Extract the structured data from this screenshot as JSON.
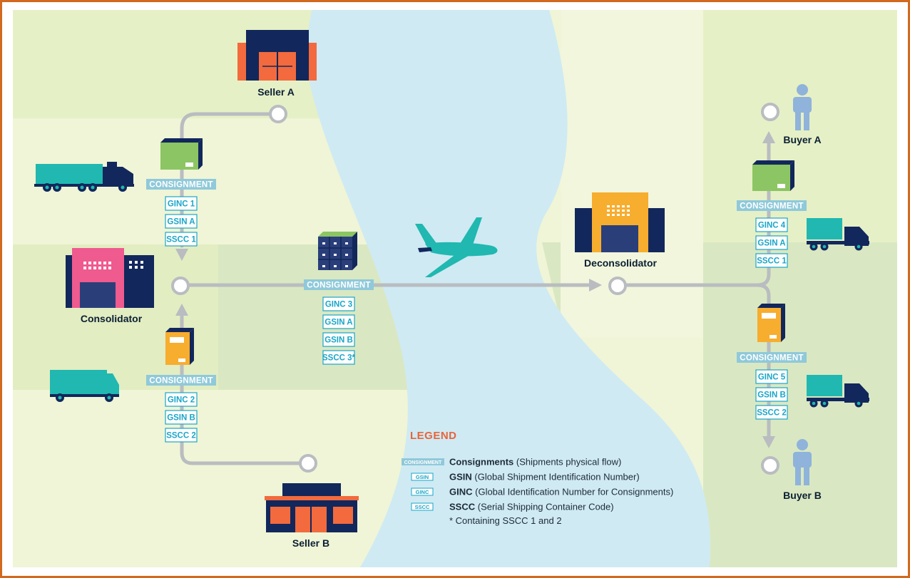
{
  "colors": {
    "border": "#d2691e",
    "land_light": "#eff5d6",
    "land_mid": "#e6f0c6",
    "land_green": "#d9e8c2",
    "water": "#cfeaf3",
    "path": "#b9bcc0",
    "tag_bg": "#8fc9da",
    "accent_teal": "#1aa6c9",
    "navy": "#12275b",
    "orange": "#f26a3d",
    "pink": "#ef5a8f",
    "yellow": "#f7ad2e",
    "green_box": "#8cc563",
    "truck_teal": "#20b8b0",
    "plane": "#20b8b0",
    "person": "#8fb3da",
    "legend_title": "#e8643a"
  },
  "nodes": {
    "seller_a": "Seller A",
    "seller_b": "Seller B",
    "consolidator": "Consolidator",
    "deconsolidator": "Deconsolidator",
    "buyer_a": "Buyer A",
    "buyer_b": "Buyer B"
  },
  "consignments": {
    "seller_a": {
      "tag": "CONSIGNMENT",
      "ids": [
        "GINC 1",
        "GSIN A",
        "SSCC 1"
      ]
    },
    "seller_b": {
      "tag": "CONSIGNMENT",
      "ids": [
        "GINC 2",
        "GSIN B",
        "SSCC 2"
      ]
    },
    "main": {
      "tag": "CONSIGNMENT",
      "ids": [
        "GINC 3",
        "GSIN A",
        "GSIN B",
        "SSCC 3*"
      ]
    },
    "buyer_a": {
      "tag": "CONSIGNMENT",
      "ids": [
        "GINC 4",
        "GSIN A",
        "SSCC 1"
      ]
    },
    "buyer_b": {
      "tag": "CONSIGNMENT",
      "ids": [
        "GINC 5",
        "GSIN B",
        "SSCC 2"
      ]
    }
  },
  "legend": {
    "title": "LEGEND",
    "items": [
      {
        "icon": "CONSIGNMENT",
        "term": "Consignments",
        "desc": "(Shipments physical flow)"
      },
      {
        "icon": "GSIN",
        "term": "GSIN",
        "desc": "(Global Shipment Identification Number)"
      },
      {
        "icon": "GINC",
        "term": "GINC",
        "desc": "(Global Identification Number for Consignments)"
      },
      {
        "icon": "SSCC",
        "term": "SSCC",
        "desc": "(Serial Shipping Container Code)"
      }
    ],
    "note": "* Containing SSCC 1 and 2"
  }
}
